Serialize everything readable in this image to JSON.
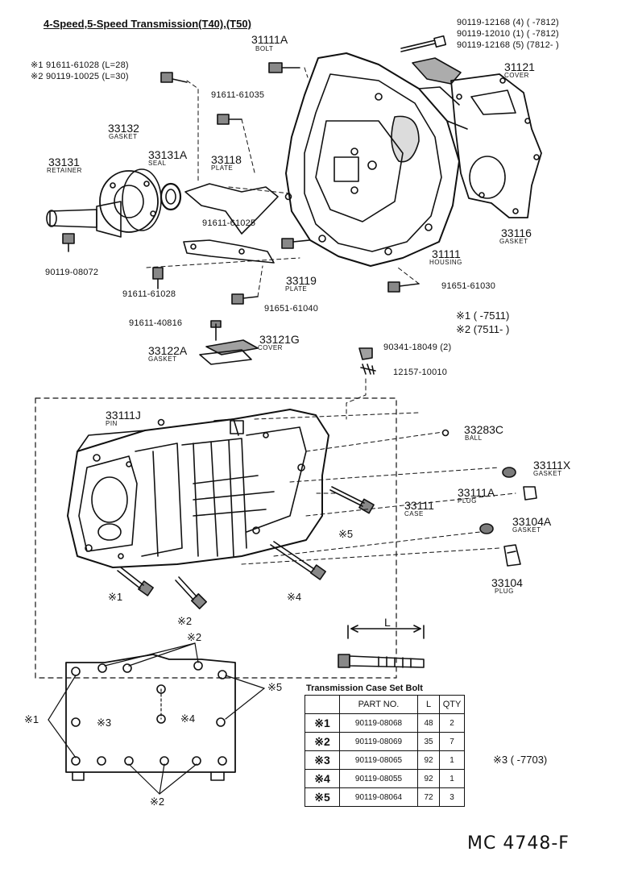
{
  "title": "4-Speed,5-Speed Transmission(T40),(T50)",
  "drawing_code": "MC 4748-F",
  "marks": {
    "note1": "※1",
    "note2": "※2",
    "note3": "※3",
    "note4": "※4",
    "note5": "※5"
  },
  "labels": {
    "bolt_top": [
      "90119-12168 (4) (      -7812)",
      "90119-12010 (1) (      -7812)",
      "90119-12168 (5) (7812-      )"
    ],
    "bolt_31111A": {
      "num": "31111A",
      "sub": "BOLT"
    },
    "cover_31121": {
      "num": "31121",
      "sub": "COVER"
    },
    "left_bolts": [
      "※1 91611-61028 (L=28)",
      "※2 90119-10025 (L=30)"
    ],
    "bolt_91611_61035": "91611-61035",
    "gasket_33132": {
      "num": "33132",
      "sub": "GASKET"
    },
    "retainer_33131": {
      "num": "33131",
      "sub": "RETAINER"
    },
    "seal_33131A": {
      "num": "33131A",
      "sub": "SEAL"
    },
    "plate_33118": {
      "num": "33118",
      "sub": "PLATE"
    },
    "gasket_33116": {
      "num": "33116",
      "sub": "GASKET"
    },
    "bolt_91611_61025": "91611-61025",
    "housing_31111": {
      "num": "31111",
      "sub": "HOUSING"
    },
    "bolt_90119_08072": "90119-08072",
    "bolt_91611_61028": "91611-61028",
    "plate_33119": {
      "num": "33119",
      "sub": "PLATE"
    },
    "bolt_91651_61030": "91651-61030",
    "bolt_91651_61040": "91651-61040",
    "period_note1": "※1 (      -7511)",
    "period_note2": "※2 (7511-      )",
    "bolt_91611_40816": "91611-40816",
    "cover_33121G": {
      "num": "33121G",
      "sub": "COVER"
    },
    "gasket_33122A": {
      "num": "33122A",
      "sub": "GASKET"
    },
    "plug_90341": "90341-18049 (2)",
    "spring_12157": "12157-10010",
    "pin_33111J": {
      "num": "33111J",
      "sub": "PIN"
    },
    "ball_33283C": {
      "num": "33283C",
      "sub": "BALL"
    },
    "gasket_33111X": {
      "num": "33111X",
      "sub": "GASKET"
    },
    "plug_33111A": {
      "num": "33111A",
      "sub": "PLUG"
    },
    "case_33111": {
      "num": "33111",
      "sub": "CASE"
    },
    "gasket_33104A": {
      "num": "33104A",
      "sub": "GASKET"
    },
    "plug_33104": {
      "num": "33104",
      "sub": "PLUG"
    },
    "length_l": "L",
    "period_note3": "※3 (      -7703)"
  },
  "bolt_table": {
    "title": "Transmission Case Set Bolt",
    "headers": [
      "",
      "PART NO.",
      "L",
      "QTY"
    ],
    "rows": [
      {
        "mark": "※1",
        "part": "90119-08068",
        "l": "48",
        "qty": "2"
      },
      {
        "mark": "※2",
        "part": "90119-08069",
        "l": "35",
        "qty": "7"
      },
      {
        "mark": "※3",
        "part": "90119-08065",
        "l": "92",
        "qty": "1"
      },
      {
        "mark": "※4",
        "part": "90119-08055",
        "l": "92",
        "qty": "1"
      },
      {
        "mark": "※5",
        "part": "90119-08064",
        "l": "72",
        "qty": "3"
      }
    ]
  }
}
